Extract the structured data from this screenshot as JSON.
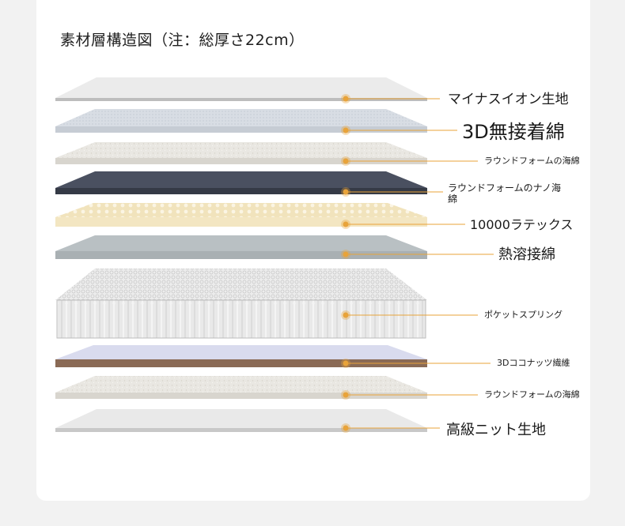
{
  "title": "素材層構造図（注：総厚さ22cm）",
  "accent": "#e8a33a",
  "layers": [
    {
      "label": "マイナスイオン生地"
    },
    {
      "label": "3D無接着綿"
    },
    {
      "label": "ラウンドフォームの海綿"
    },
    {
      "label": "ラウンドフォームのナノ海綿"
    },
    {
      "label": "10000ラテックス"
    },
    {
      "label": "熱溶接綿"
    },
    {
      "label": "ポケットスプリング"
    },
    {
      "label": "3Dココナッツ繊維"
    },
    {
      "label": "ラウンドフォームの海綿"
    },
    {
      "label": "高級ニット生地"
    }
  ]
}
